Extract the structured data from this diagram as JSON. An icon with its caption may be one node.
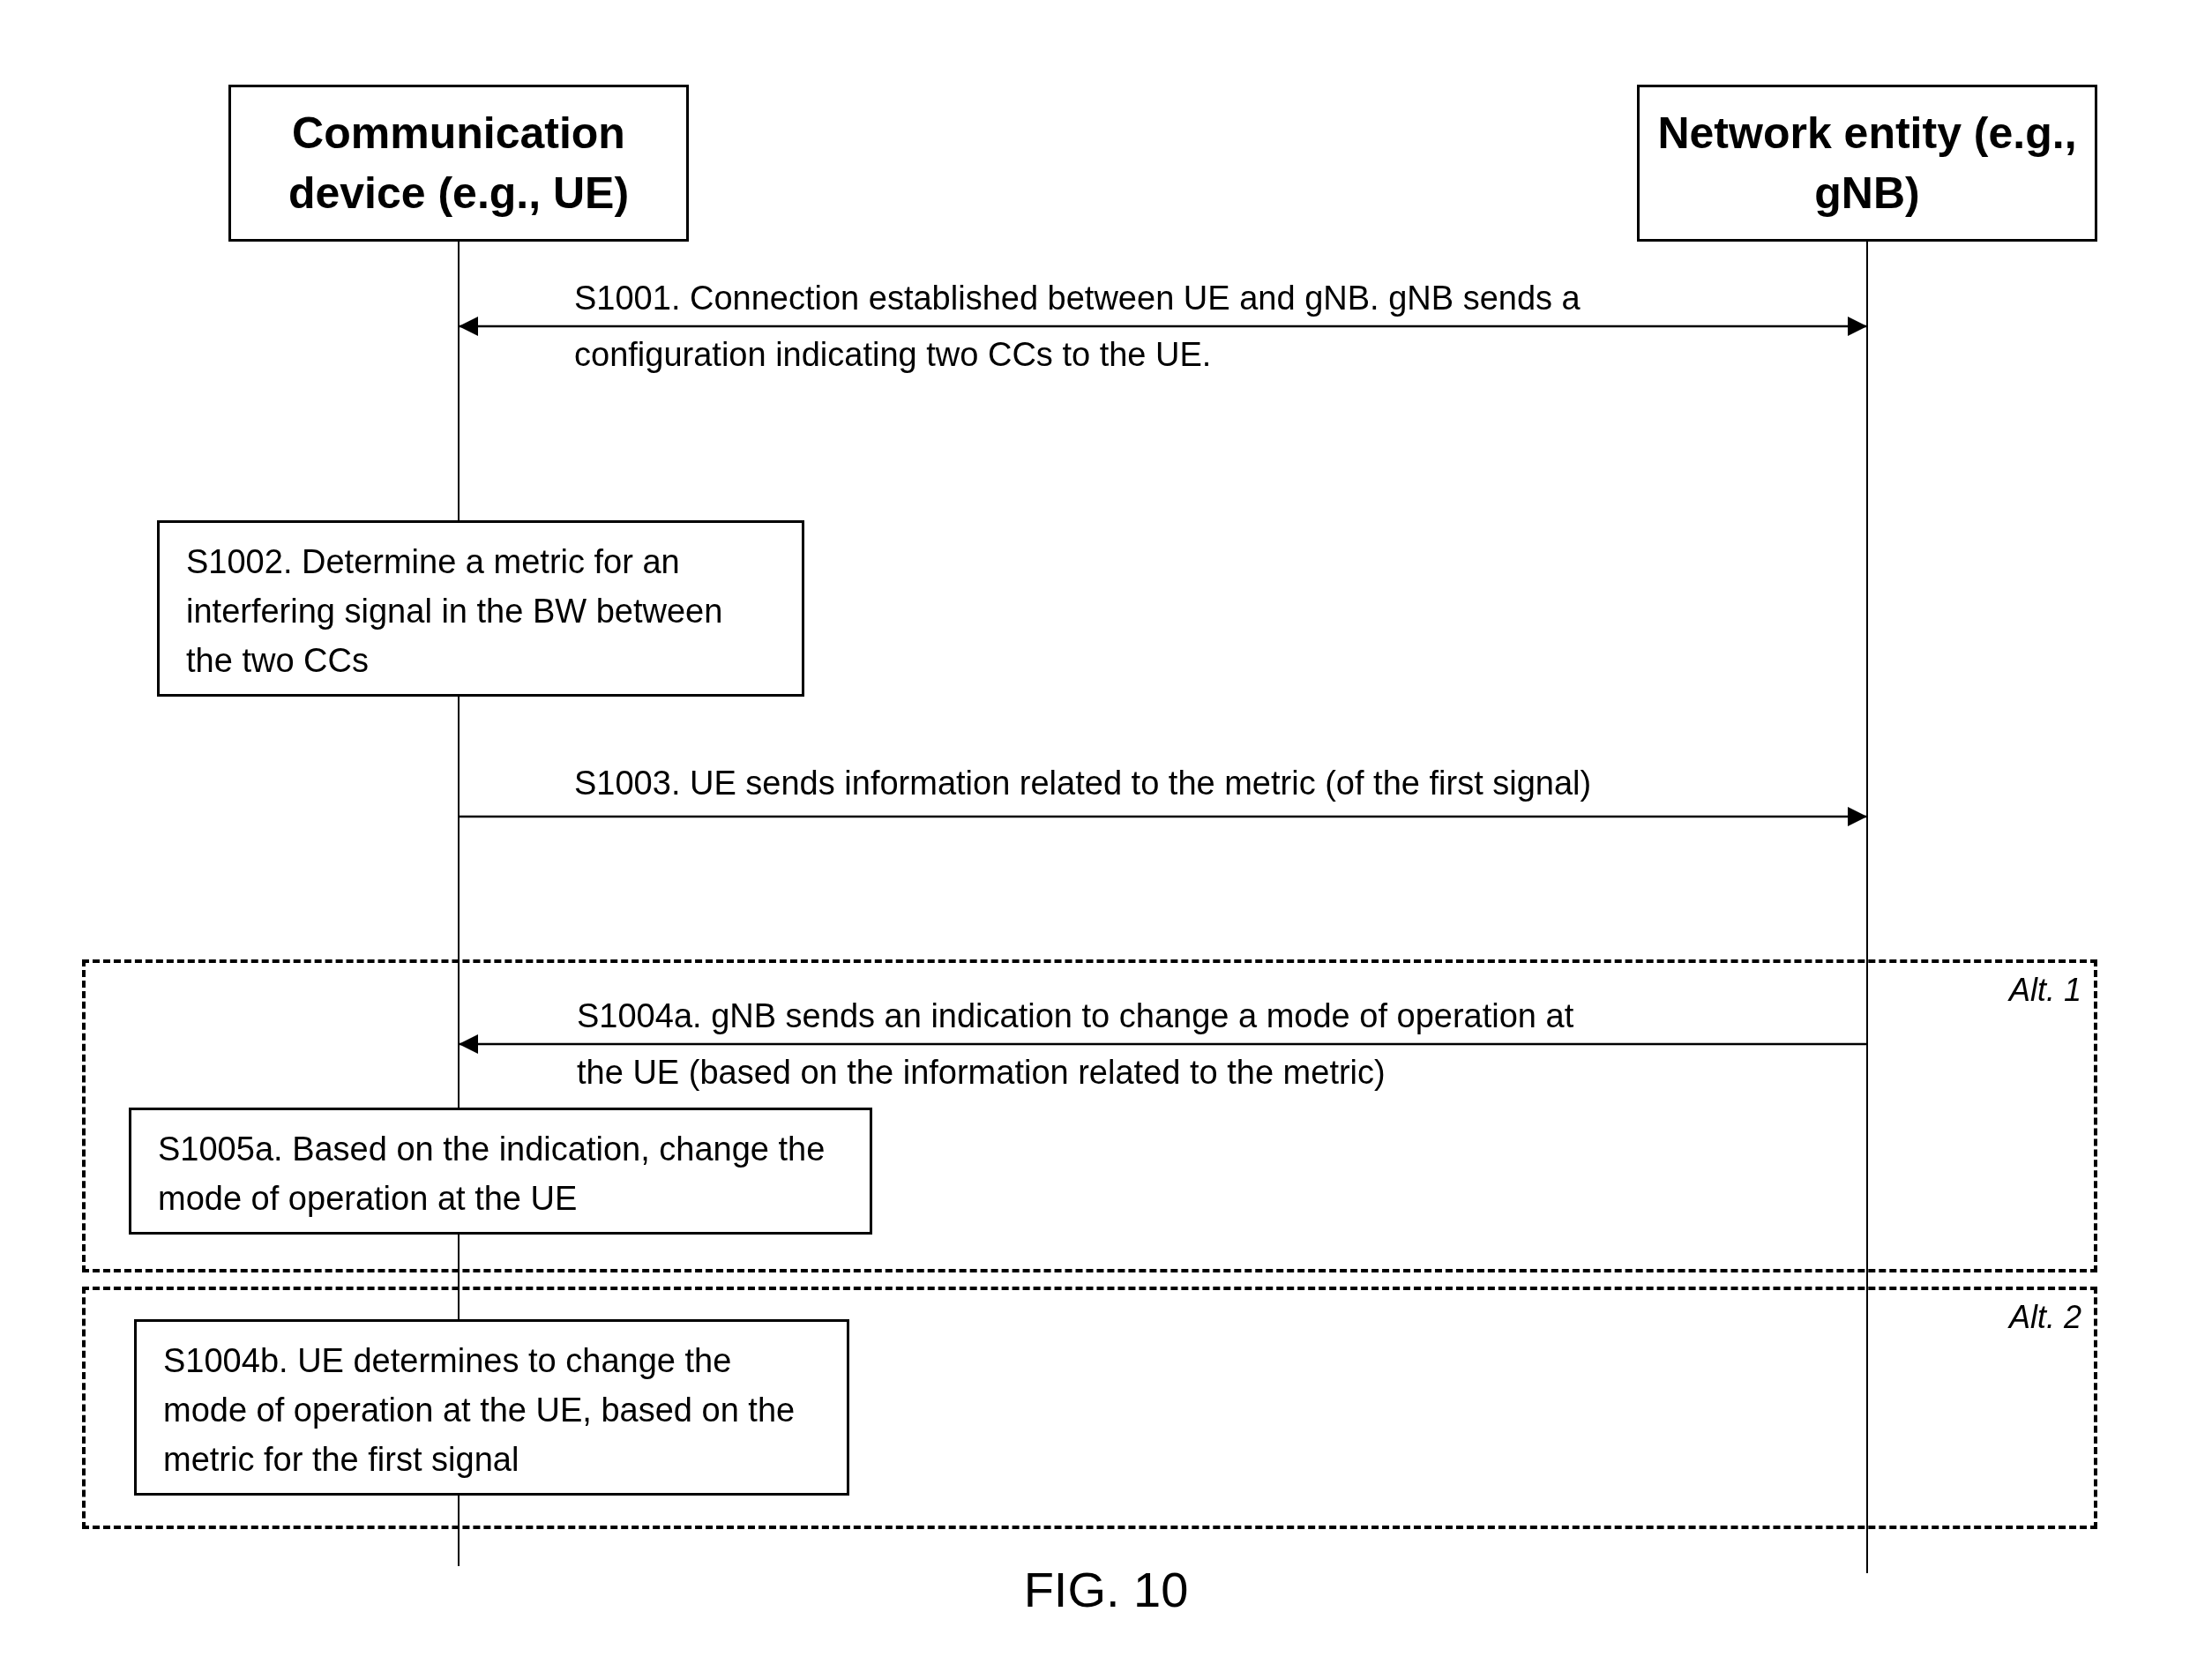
{
  "diagram": {
    "caption": "FIG. 10",
    "nodes": [
      {
        "text": [
          "Communication device (e.g., UE)"
        ]
      },
      {
        "text": [
          "Network entity (e.g., gNB)"
        ]
      },
      {
        "text": [
          "S1002. Determine a metric for an interfering signal in the BW between the two CCs"
        ]
      },
      {
        "text": [
          "Alt. 1"
        ]
      },
      {
        "text": [
          "S1005a. Based on the indication, change the mode of operation at the UE"
        ],
        "in": 3
      },
      {
        "text": [
          "Alt. 2"
        ]
      },
      {
        "text": [
          "S1004b. UE determines to change the mode of operation at the UE, based on the metric for the first signal"
        ],
        "in": 5
      }
    ],
    "edges": [
      {
        "from": 0,
        "to": 1,
        "arrow": "both",
        "label": "S1001. Connection established between UE and gNB. gNB sends a configuration indicating two CCs to the UE."
      },
      {
        "from": 0,
        "to": 1,
        "arrow": "to",
        "label": "S1003. UE sends information related to the metric (of the first signal)"
      },
      {
        "from": 1,
        "to": 0,
        "arrow": "to",
        "label": "S1004a. gNB sends an indication to change a mode of operation at the UE (based on the information related to the metric)"
      }
    ]
  }
}
